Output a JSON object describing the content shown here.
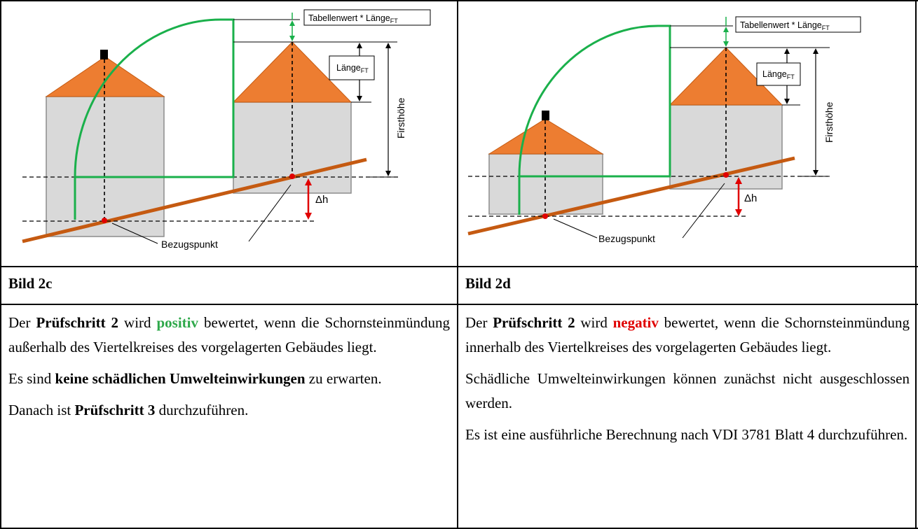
{
  "figures": {
    "left": {
      "label_table": "Tabellenwert * Länge",
      "label_table_sub": "FT",
      "label_length": "Länge",
      "label_length_sub": "FT",
      "label_ridge": "Firsthöhe",
      "label_delta": "Δh",
      "label_ref": "Bezugspunkt"
    },
    "right": {
      "label_table": "Tabellenwert * Länge",
      "label_table_sub": "FT",
      "label_length": "Länge",
      "label_length_sub": "FT",
      "label_ridge": "Firsthöhe",
      "label_delta": "Δh",
      "label_ref": "Bezugspunkt"
    }
  },
  "colors": {
    "roof": "#ed7d31",
    "wall": "#d9d9d9",
    "green": "#1ab04b",
    "ground": "#c55a11",
    "red": "#e00000"
  },
  "left_col": {
    "caption": "Bild 2c",
    "p1_a": "Der ",
    "p1_b": "Prüfschritt 2",
    "p1_c": " wird ",
    "p1_d": "positiv",
    "p1_e": " bewertet, wenn die Schornsteinmündung außerhalb des Viertelkreises des vorgelagerten Gebäudes liegt.",
    "p2_a": "Es sind ",
    "p2_b": "keine schädlichen Umwelteinwirkungen",
    "p2_c": " zu erwarten.",
    "p3_a": "Danach ist ",
    "p3_b": "Prüfschritt 3",
    "p3_c": " durchzuführen."
  },
  "right_col": {
    "caption": "Bild 2d",
    "p1_a": "Der ",
    "p1_b": "Prüfschritt 2",
    "p1_c": " wird ",
    "p1_d": "negativ",
    "p1_e": " bewertet, wenn die Schornsteinmündung innerhalb des Viertelkreises des vorgelagerten Gebäudes liegt.",
    "p2": "Schädliche Umwelteinwirkungen können zunächst nicht ausgeschlossen werden.",
    "p3": "Es ist eine ausführliche Berechnung nach VDI 3781 Blatt 4 durchzuführen."
  }
}
